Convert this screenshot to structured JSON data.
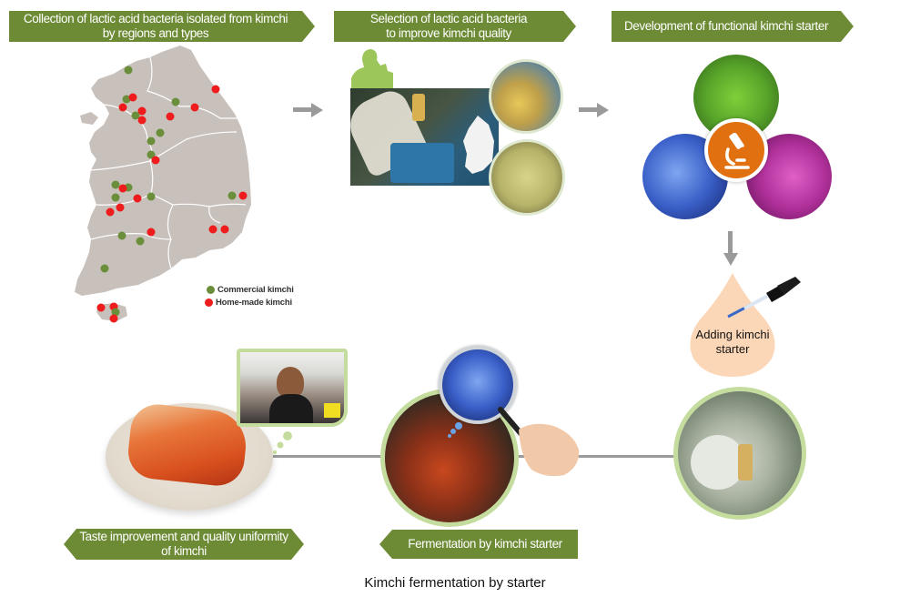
{
  "steps": {
    "step1": {
      "label": "Collection of lactic acid bacteria isolated from kimchi\nby regions and types"
    },
    "step2": {
      "label": "Selection of lactic acid bacteria\nto improve kimchi quality"
    },
    "step3": {
      "label": "Development of functional kimchi starter"
    },
    "step4": {
      "label": "Adding kimchi\nstarter"
    },
    "step5": {
      "label": "Fermentation by kimchi starter"
    },
    "step6": {
      "label": "Taste improvement and quality uniformity\nof kimchi"
    }
  },
  "map": {
    "legend": [
      {
        "label": "Commercial kimchi",
        "color": "#6b8e3a"
      },
      {
        "label": "Home-made kimchi",
        "color": "#ee1c1c"
      }
    ]
  },
  "icons": {
    "microscope": "microscope-icon",
    "scientist": "scientist-icon",
    "dropper": "dropper-icon",
    "magnifier": "magnifying-glass-icon"
  },
  "colors": {
    "banner": "#6d8a35",
    "map_land": "#c8c0bb",
    "commercial": "#6b8e3a",
    "homemade": "#ee1c1c",
    "drop": "#fbd7b8",
    "microscope_badge": "#e07010",
    "ring": "#c5dc9f",
    "arrow": "#9a9a9a"
  },
  "caption": "Kimchi fermentation by starter"
}
